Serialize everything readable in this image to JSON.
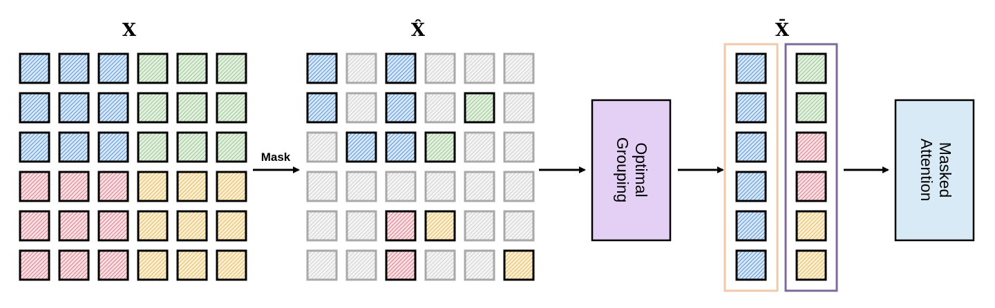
{
  "labels": {
    "x_title": "X",
    "xhat_title": "X̂",
    "xbar_title": "X̄",
    "mask_label": "Mask",
    "optimal_grouping_line1": "Optimal",
    "optimal_grouping_line2": "Grouping",
    "masked_attention_line1": "Masked",
    "masked_attention_line2": "Attention"
  },
  "colors": {
    "blue": "#4d8ad6",
    "green": "#8fc48a",
    "red": "#e0707e",
    "yellow": "#e8b84a",
    "gray_hatch": "#bdbdbd",
    "gray_border": "#a8a8a8",
    "cell_bg": "#ffffff",
    "blue_bg": "#c9e0f7",
    "green_bg": "#d9ead3",
    "red_bg": "#f5cfd6",
    "yellow_bg": "#f7e7c0",
    "optimal_grouping_fill": "#e5d0f5",
    "masked_attention_fill": "#d9eaf7",
    "group1_border": "#f2c9a8",
    "group2_border": "#7e6a99"
  },
  "grid_x": [
    [
      "blue",
      "blue",
      "blue",
      "green",
      "green",
      "green"
    ],
    [
      "blue",
      "blue",
      "blue",
      "green",
      "green",
      "green"
    ],
    [
      "blue",
      "blue",
      "blue",
      "green",
      "green",
      "green"
    ],
    [
      "red",
      "red",
      "red",
      "yellow",
      "yellow",
      "yellow"
    ],
    [
      "red",
      "red",
      "red",
      "yellow",
      "yellow",
      "yellow"
    ],
    [
      "red",
      "red",
      "red",
      "yellow",
      "yellow",
      "yellow"
    ]
  ],
  "grid_xhat": [
    [
      "blue",
      "gray",
      "blue",
      "gray",
      "gray",
      "gray"
    ],
    [
      "blue",
      "gray",
      "blue",
      "gray",
      "green",
      "gray"
    ],
    [
      "gray",
      "blue",
      "blue",
      "green",
      "gray",
      "gray"
    ],
    [
      "gray",
      "gray",
      "gray",
      "gray",
      "gray",
      "gray"
    ],
    [
      "gray",
      "gray",
      "red",
      "yellow",
      "gray",
      "gray"
    ],
    [
      "gray",
      "gray",
      "red",
      "gray",
      "gray",
      "yellow"
    ]
  ],
  "groups_xbar": [
    [
      "blue",
      "blue",
      "blue",
      "blue",
      "blue",
      "blue"
    ],
    [
      "green",
      "green",
      "red",
      "red",
      "yellow",
      "yellow"
    ]
  ]
}
